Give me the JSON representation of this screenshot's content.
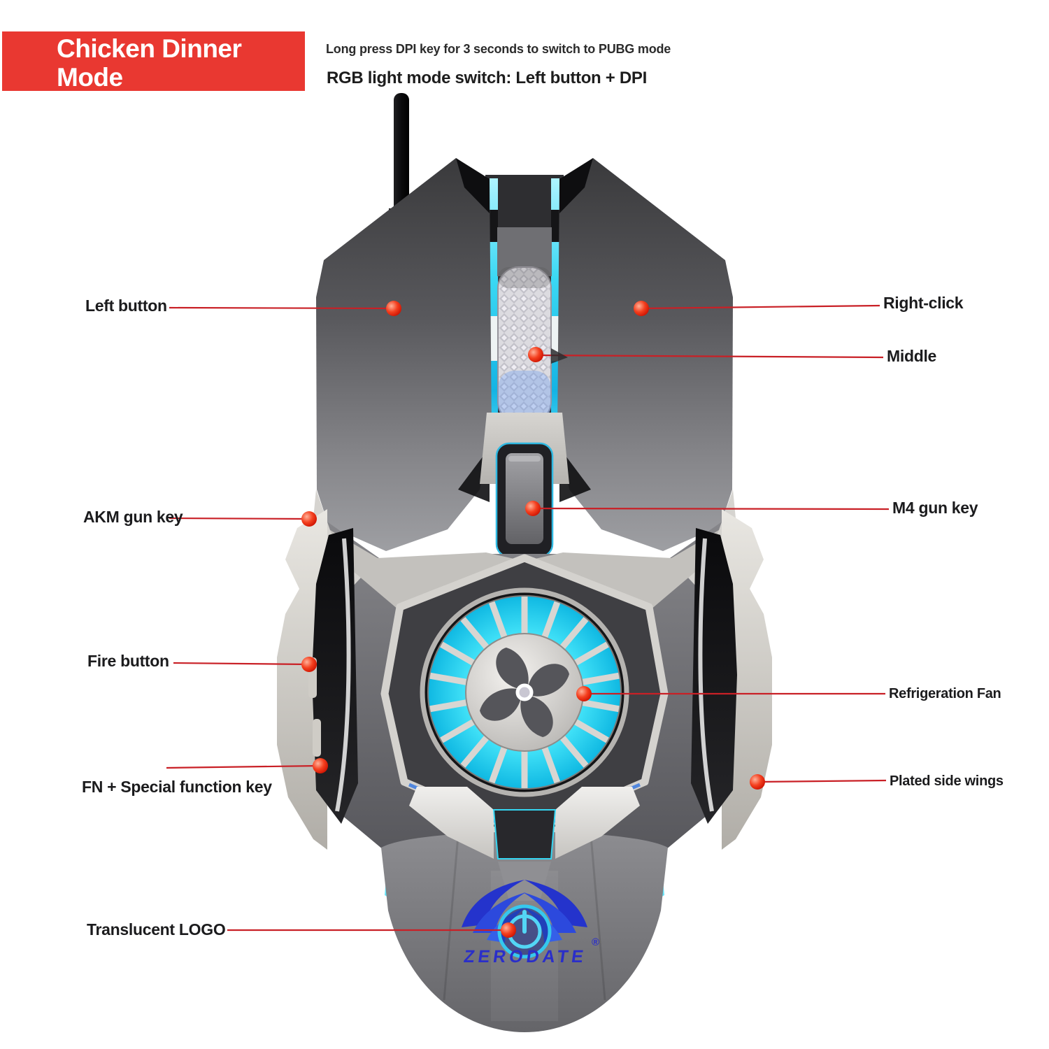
{
  "header": {
    "badge": {
      "line1": "Chicken Dinner",
      "line2": "Mode"
    },
    "note_small": "Long press DPI key for 3 seconds to switch to PUBG mode",
    "note_large": "RGB light mode switch: Left button + DPI"
  },
  "callouts": {
    "left_button": {
      "label": "Left button"
    },
    "right_click": {
      "label": "Right-click"
    },
    "middle": {
      "label": "Middle"
    },
    "akm_gun_key": {
      "label": "AKM gun key"
    },
    "m4_gun_key": {
      "label": "M4 gun key"
    },
    "fire_button": {
      "label": "Fire button"
    },
    "refrigeration_fan": {
      "label": "Refrigeration Fan"
    },
    "fn_special_function_key": {
      "label": "FN + Special function key"
    },
    "plated_side_wings": {
      "label": "Plated side wings"
    },
    "translucent_logo": {
      "label": "Translucent LOGO"
    }
  },
  "logo": {
    "brand": "ZERODATE",
    "registered": "®"
  },
  "colors": {
    "banner_red": "#e93831",
    "callout_line_red": "#c92026",
    "callout_dot_red": "#f02a12",
    "rgb_cyan": "#2fd8f2",
    "logo_blue": "#2a2ec9",
    "body_dark_gray": "#4a4a4e",
    "wing_silver": "#d8d5cf"
  }
}
